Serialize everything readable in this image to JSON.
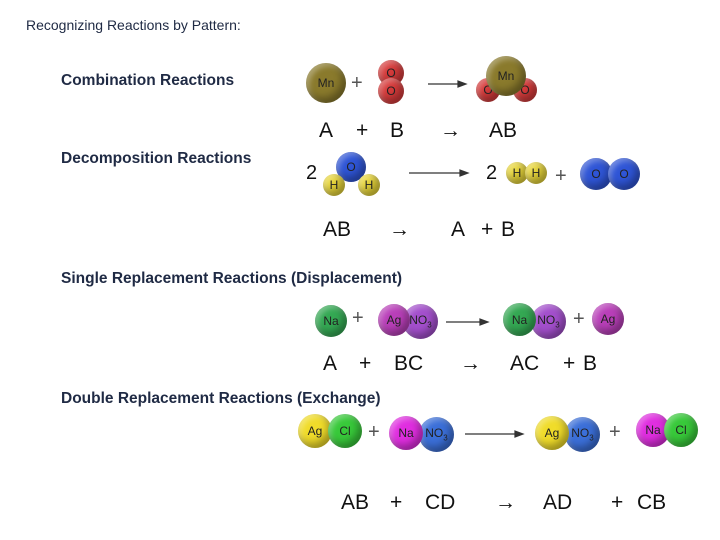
{
  "title": "Recognizing Reactions by Pattern:",
  "combination": {
    "heading": "Combination Reactions",
    "reactant1": "Mn",
    "reactant2_atom": "O",
    "product_metal": "Mn",
    "product_o": "O",
    "plus": "+",
    "formula": {
      "a": "A",
      "plus": "+",
      "b": "B",
      "arrow": "→",
      "ab": "AB"
    }
  },
  "decomposition": {
    "heading": "Decomposition Reactions",
    "coef_left": "2",
    "o": "O",
    "h": "H",
    "coef_right": "2",
    "plus": "+",
    "formula": {
      "ab": "AB",
      "arrow": "→",
      "a": "A",
      "plus": "+",
      "b": "B"
    }
  },
  "single": {
    "heading": "Single Replacement Reactions (Displacement)",
    "na": "Na",
    "ag": "Ag",
    "no3": "NO",
    "no3_sub": "3",
    "plus": "+",
    "formula": {
      "a": "A",
      "plus": "+",
      "bc": "BC",
      "arrow": "→",
      "ac": "AC",
      "plus2": "+",
      "b": "B"
    }
  },
  "double": {
    "heading": "Double Replacement Reactions (Exchange)",
    "ag": "Ag",
    "cl": "Cl",
    "na": "Na",
    "no3": "NO",
    "no3_sub": "3",
    "plus": "+",
    "formula": {
      "ab": "AB",
      "plus": "+",
      "cd": "CD",
      "arrow": "→",
      "ad": "AD",
      "plus2": "+",
      "cb": "CB"
    }
  },
  "colors": {
    "mn": "#8a7a2c",
    "o": "#d63b3b",
    "h": "#e8d63a",
    "o2": "#2f55d6",
    "na": "#34a853",
    "ag": "#b93fb9",
    "ag_yellow": "#f0dc2a",
    "cl": "#38c93a",
    "na_magenta": "#e02ee0",
    "no3_blue": "#3b6fd8",
    "no3_purple": "#a34fcc"
  }
}
